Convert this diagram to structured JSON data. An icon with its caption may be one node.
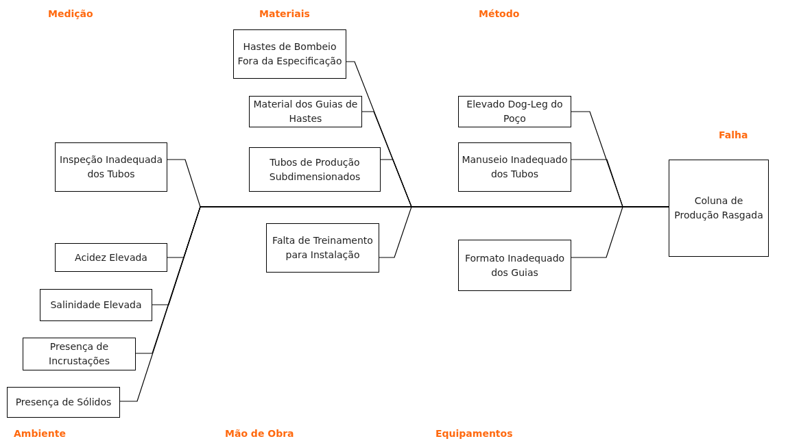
{
  "diagram": {
    "nodes": [
      {
        "text": [
          "Hastes de Bombeio Fora da Especificação"
        ]
      },
      {
        "text": [
          "Material dos Guias de Hastes"
        ]
      },
      {
        "text": [
          "Elevado Dog-Leg do Poço"
        ]
      },
      {
        "text": [
          "Inspeção Inadequada dos Tubos"
        ]
      },
      {
        "text": [
          "Tubos de Produção Subdimensionados"
        ]
      },
      {
        "text": [
          "Manuseio Inadequado dos Tubos"
        ]
      },
      {
        "text": [
          "Falha",
          "Coluna de Produção Rasgada"
        ]
      },
      {
        "text": [
          "Falta de Treinamento para Instalação"
        ]
      },
      {
        "text": [
          "Acidez Elevada"
        ]
      },
      {
        "text": [
          "Formato Inadequado dos Guias"
        ]
      },
      {
        "text": [
          "Salinidade Elevada"
        ]
      },
      {
        "text": [
          "Presença de Incrustações"
        ]
      },
      {
        "text": [
          "Presença de Sólidos"
        ]
      }
    ],
    "edges": [
      {
        "from": 0,
        "to": 6,
        "arrow": "none"
      },
      {
        "from": 1,
        "to": 6,
        "arrow": "none"
      },
      {
        "from": 2,
        "to": 6,
        "arrow": "none"
      },
      {
        "from": 3,
        "to": 6,
        "arrow": "none"
      },
      {
        "from": 4,
        "to": 6,
        "arrow": "none"
      },
      {
        "from": 5,
        "to": 6,
        "arrow": "none"
      },
      {
        "from": 7,
        "to": 6,
        "arrow": "none"
      },
      {
        "from": 8,
        "to": 6,
        "arrow": "none"
      },
      {
        "from": 9,
        "to": 6,
        "arrow": "none"
      },
      {
        "from": 10,
        "to": 6,
        "arrow": "none"
      },
      {
        "from": 11,
        "to": 6,
        "arrow": "none"
      },
      {
        "from": 12,
        "to": 6,
        "arrow": "none"
      }
    ],
    "labels": [
      "Medição",
      "Materiais",
      "Método",
      "Ambiente",
      "Mão de Obra",
      "Equipamentos"
    ]
  }
}
